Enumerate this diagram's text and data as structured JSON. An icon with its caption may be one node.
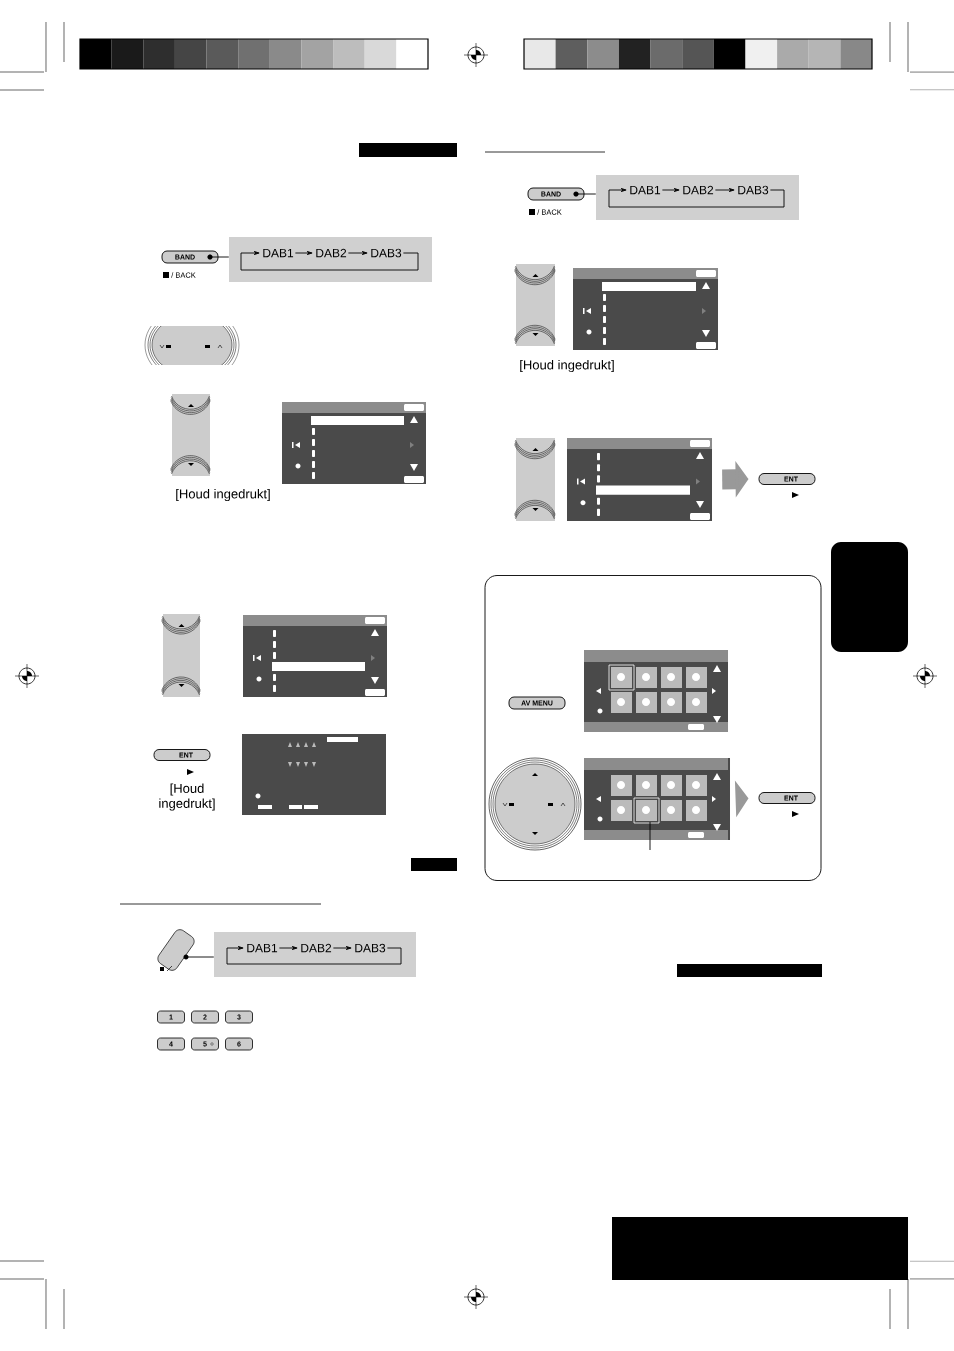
{
  "diagram": {
    "nodes": [
      {
        "text": [
          "BAND"
        ],
        "beside": [
          "/ BACK"
        ]
      },
      {
        "text": [],
        "shape": "box"
      },
      {
        "text": [
          "DAB1"
        ],
        "in": 1
      },
      {
        "text": [
          "DAB2"
        ],
        "in": 1
      },
      {
        "text": [
          "DAB3"
        ],
        "in": 1
      },
      {
        "text": [
          "BAND"
        ],
        "beside": [
          "/ BACK"
        ]
      },
      {
        "text": [],
        "shape": "box"
      },
      {
        "text": [
          "DAB1"
        ],
        "in": 6
      },
      {
        "text": [
          "DAB2"
        ],
        "in": 6
      },
      {
        "text": [
          "DAB3"
        ],
        "in": 6
      },
      {
        "text": [],
        "shape": "box"
      },
      {
        "text": [
          "ENT"
        ]
      },
      {
        "text": [],
        "shape": "box"
      },
      {
        "text": [],
        "shape": "box",
        "in": 12
      },
      {
        "text": [
          "ENT"
        ],
        "in": 12
      },
      {
        "text": [],
        "shape": "button"
      },
      {
        "text": [],
        "shape": "box"
      },
      {
        "text": [
          "DAB1"
        ],
        "in": 16
      },
      {
        "text": [
          "DAB2"
        ],
        "in": 16
      },
      {
        "text": [
          "DAB3"
        ],
        "in": 16
      },
      {
        "text": [],
        "shape": "bar"
      },
      {
        "text": [],
        "shape": "box"
      },
      {
        "text": [],
        "shape": "bar"
      },
      {
        "text": [],
        "shape": "bar"
      },
      {
        "text": [],
        "shape": "bar"
      }
    ],
    "edges": [
      {
        "from": 0,
        "to": 1,
        "arrow": "none"
      },
      {
        "from": 2,
        "to": 3,
        "arrow": "to"
      },
      {
        "from": 3,
        "to": 4,
        "arrow": "to"
      },
      {
        "from": 4,
        "to": 2,
        "arrow": "to"
      },
      {
        "from": 5,
        "to": 6,
        "arrow": "none"
      },
      {
        "from": 7,
        "to": 8,
        "arrow": "to"
      },
      {
        "from": 8,
        "to": 9,
        "arrow": "to"
      },
      {
        "from": 9,
        "to": 7,
        "arrow": "to"
      },
      {
        "from": 10,
        "to": 11,
        "arrow": "to",
        "style": "thick",
        "color": "#999999"
      },
      {
        "from": 13,
        "to": 14,
        "arrow": "to",
        "style": "thick",
        "color": "#999999"
      },
      {
        "from": 13,
        "to": null,
        "arrow": "none"
      },
      {
        "from": 15,
        "to": 16,
        "arrow": "none"
      },
      {
        "from": 17,
        "to": 18,
        "arrow": "to"
      },
      {
        "from": 18,
        "to": 19,
        "arrow": "to"
      },
      {
        "from": 19,
        "to": 17,
        "arrow": "to"
      }
    ],
    "labels": [
      "[Houd ingedrukt]",
      "[Houd ingedrukt]",
      "ENT",
      "[Houd ingedrukt]",
      "AV MENU",
      "1",
      "2",
      "3",
      "4",
      "5",
      "6"
    ]
  }
}
